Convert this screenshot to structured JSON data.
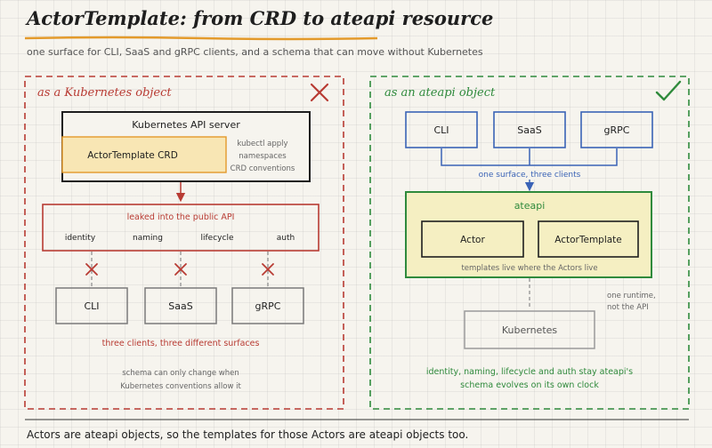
{
  "title": "ActorTemplate: from CRD to ateapi resource",
  "subtitle": "one surface for CLI, SaaS and gRPC clients, and a schema that can move without Kubernetes",
  "left": {
    "heading": "as a Kubernetes object",
    "api_server": "Kubernetes API server",
    "crd": "ActorTemplate CRD",
    "conventions": [
      "kubectl apply",
      "namespaces",
      "CRD conventions"
    ],
    "leaked_label": "leaked into the public API",
    "concerns": [
      "identity",
      "naming",
      "lifecycle",
      "auth"
    ],
    "clients": [
      "CLI",
      "SaaS",
      "gRPC"
    ],
    "clients_caption": "three clients, three different surfaces",
    "schema_note": [
      "schema can only change when",
      "Kubernetes conventions allow it"
    ]
  },
  "right": {
    "heading": "as an ateapi object",
    "clients": [
      "CLI",
      "SaaS",
      "gRPC"
    ],
    "surface_label": "one surface, three clients",
    "ateapi_label": "ateapi",
    "actor": "Actor",
    "actor_template": "ActorTemplate",
    "templates_note": "templates live where the Actors live",
    "runtime_note": [
      "one runtime,",
      "not the API"
    ],
    "kubernetes": "Kubernetes",
    "caption": [
      "identity, naming, lifecycle and auth stay ateapi's",
      "schema evolves on its own clock"
    ]
  },
  "footer": "Actors are ateapi objects, so the templates for those Actors are ateapi objects too.",
  "colors": {
    "red": "#b83b33",
    "green": "#2f8a3c",
    "blue": "#3a63b6",
    "accent": "#e39a2b",
    "highlight": "#f8e6b4",
    "ateapi_fill": "#f5efc2",
    "gray": "#8a8a8a"
  }
}
